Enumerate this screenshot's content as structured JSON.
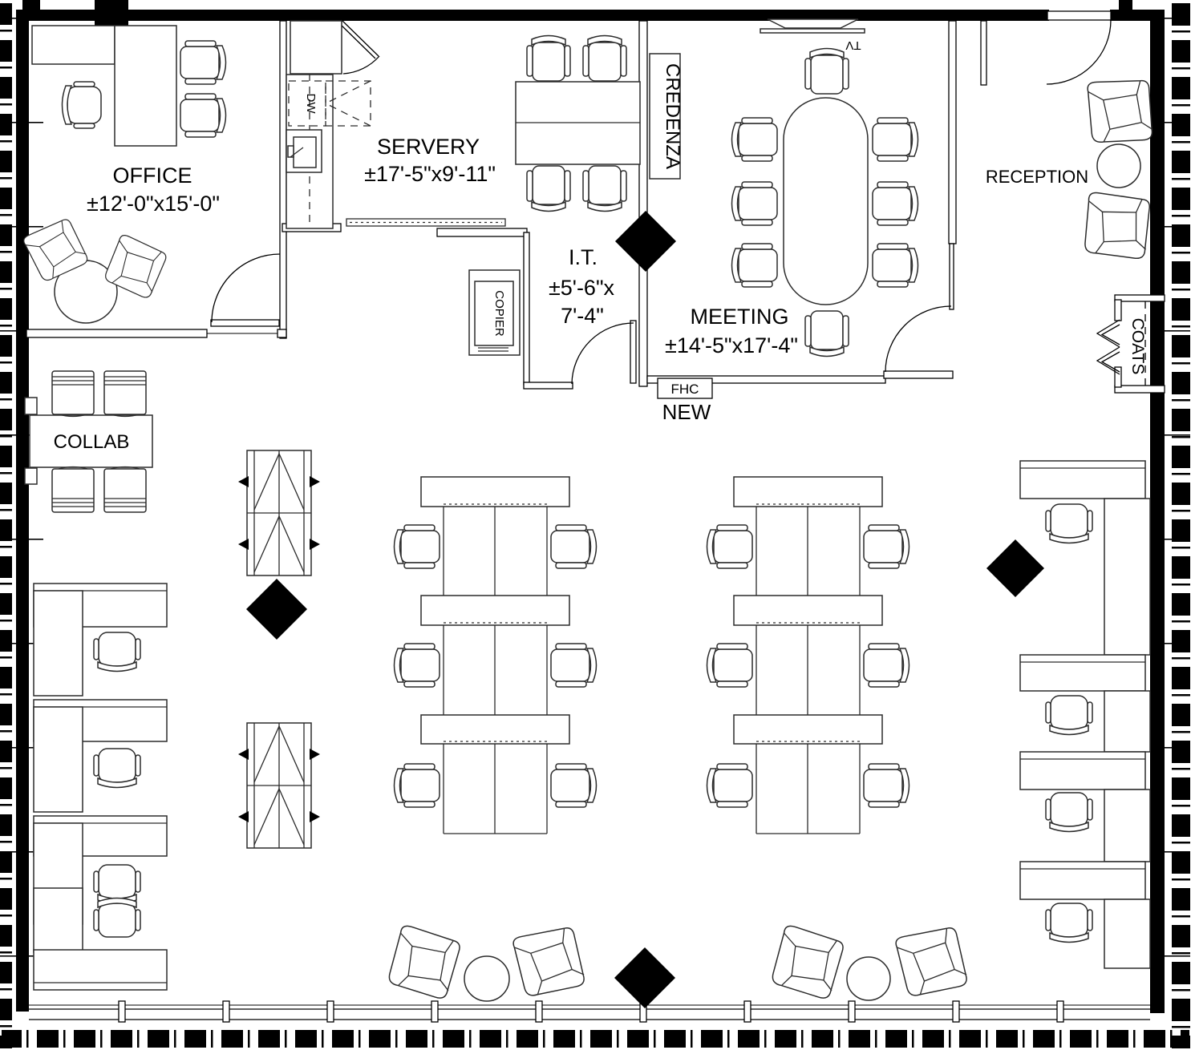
{
  "title": "Office suite floor plan",
  "colors": {
    "ink": "#000000",
    "furniture_line": "#2b2b2b",
    "column_fill": "#000000",
    "background": "#ffffff"
  },
  "rooms": {
    "office": {
      "name": "OFFICE",
      "dims": "±12'-0\"x15'-0\""
    },
    "servery": {
      "name": "SERVERY",
      "dims": "±17'-5\"x9'-11\""
    },
    "it": {
      "name": "I.T.",
      "dims_line1": "±5'-6\"x",
      "dims_line2": "7'-4\""
    },
    "meeting": {
      "name": "MEETING",
      "dims": "±14'-5\"x17'-4\""
    },
    "reception": {
      "name": "RECEPTION"
    },
    "collab": {
      "name": "COLLAB"
    },
    "coats": {
      "name": "COATS"
    }
  },
  "labels": {
    "credenza": "CREDENZA",
    "copier": "COPIER",
    "dishwasher": "DW",
    "tv": "TV",
    "fhc": "FHC",
    "new": "NEW"
  }
}
